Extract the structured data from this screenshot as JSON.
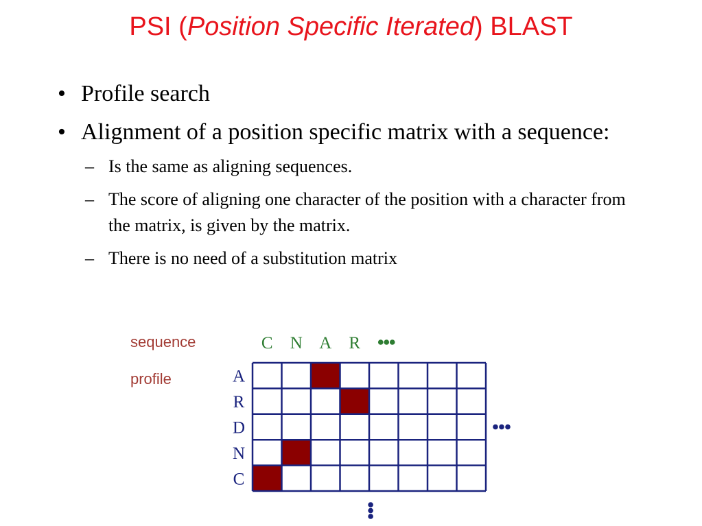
{
  "slide": {
    "title_prefix": "PSI (",
    "title_italic": "Position Specific Iterated",
    "title_suffix": ") BLAST",
    "bullets": [
      {
        "marker": "•",
        "text": "Profile search"
      },
      {
        "marker": "•",
        "text": "Alignment of a position specific matrix with a sequence:"
      }
    ],
    "subbullets": [
      {
        "marker": "–",
        "text": "Is the same as aligning sequences."
      },
      {
        "marker": "–",
        "text": "The score of aligning one character of the position with a character from the matrix, is given by the matrix."
      },
      {
        "marker": "–",
        "text": "There is no need of a substitution matrix"
      }
    ]
  },
  "diagram": {
    "sequence_label": "sequence",
    "profile_label": "profile",
    "sequence_letters": [
      "C",
      "N",
      "A",
      "R"
    ],
    "profile_letters": [
      "A",
      "R",
      "D",
      "N",
      "C"
    ],
    "columns": 8,
    "filled_cells": [
      [
        0,
        2
      ],
      [
        1,
        3
      ],
      [
        3,
        1
      ],
      [
        4,
        0
      ]
    ],
    "colors": {
      "grid": "#1a237e",
      "fill": "#8b0000",
      "sequence": "#2e7d32",
      "profile": "#1a237e",
      "label": "#a23b34",
      "title": "#e8141c"
    }
  }
}
